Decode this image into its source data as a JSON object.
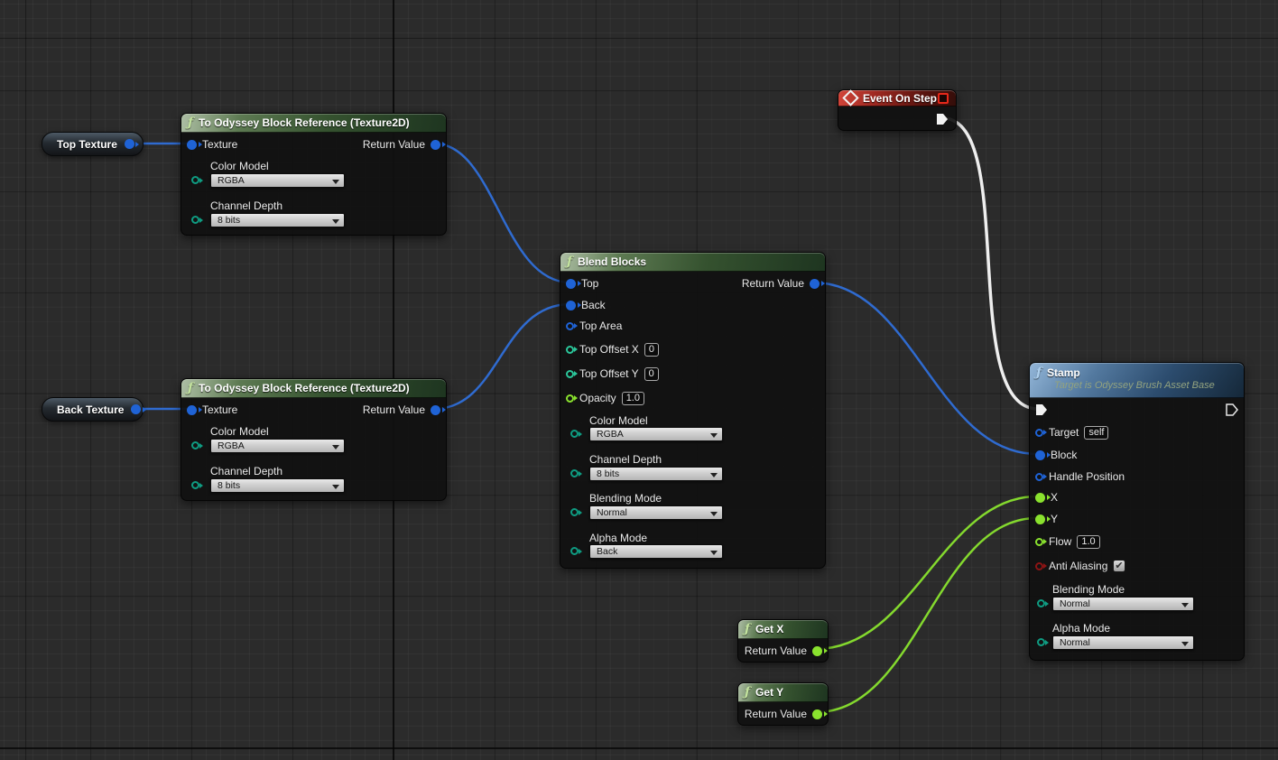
{
  "graph": {
    "tool": "Blueprint Graph"
  },
  "colors": {
    "background": "#2b2b2b",
    "wire_object": "#2f6bd0",
    "wire_float": "#84d92e",
    "wire_exec": "#efefef",
    "pin_object": "#1f63d6",
    "pin_int": "#2bc79b",
    "pin_float": "#8ae22e",
    "pin_enum": "#0f9c82",
    "pin_bool": "#8c1414",
    "header_function_green": "#35522f",
    "header_event_red": "#a02a22",
    "header_stamp_blue": "#2c4c6e"
  },
  "pill_top": {
    "label": "Top Texture"
  },
  "pill_back": {
    "label": "Back Texture"
  },
  "odyssey_top": {
    "title": "To Odyssey Block Reference (Texture2D)",
    "pin_texture": "Texture",
    "pin_return": "Return Value",
    "field1_label": "Color Model",
    "field1_value": "RGBA",
    "field2_label": "Channel Depth",
    "field2_value": "8 bits"
  },
  "odyssey_back": {
    "title": "To Odyssey Block Reference (Texture2D)",
    "pin_texture": "Texture",
    "pin_return": "Return Value",
    "field1_label": "Color Model",
    "field1_value": "RGBA",
    "field2_label": "Channel Depth",
    "field2_value": "8 bits"
  },
  "blend": {
    "title": "Blend Blocks",
    "pin_top": "Top",
    "pin_back": "Back",
    "pin_top_area": "Top Area",
    "pin_offset_x_label": "Top Offset X",
    "pin_offset_x_value": "0",
    "pin_offset_y_label": "Top Offset Y",
    "pin_offset_y_value": "0",
    "pin_opacity_label": "Opacity",
    "pin_opacity_value": "1.0",
    "pin_return": "Return Value",
    "field1_label": "Color Model",
    "field1_value": "RGBA",
    "field2_label": "Channel Depth",
    "field2_value": "8 bits",
    "field3_label": "Blending Mode",
    "field3_value": "Normal",
    "field4_label": "Alpha Mode",
    "field4_value": "Back"
  },
  "event": {
    "title": "Event On Step"
  },
  "stamp": {
    "title": "Stamp",
    "subtitle": "Target is Odyssey Brush Asset Base",
    "pin_target_label": "Target",
    "pin_target_value": "self",
    "pin_block": "Block",
    "pin_handle": "Handle Position",
    "pin_x": "X",
    "pin_y": "Y",
    "pin_flow_label": "Flow",
    "pin_flow_value": "1.0",
    "pin_aa_label": "Anti Aliasing",
    "pin_aa_checked": true,
    "field1_label": "Blending Mode",
    "field1_value": "Normal",
    "field2_label": "Alpha Mode",
    "field2_value": "Normal"
  },
  "get_x": {
    "title": "Get X",
    "pin_return": "Return Value"
  },
  "get_y": {
    "title": "Get Y",
    "pin_return": "Return Value"
  }
}
